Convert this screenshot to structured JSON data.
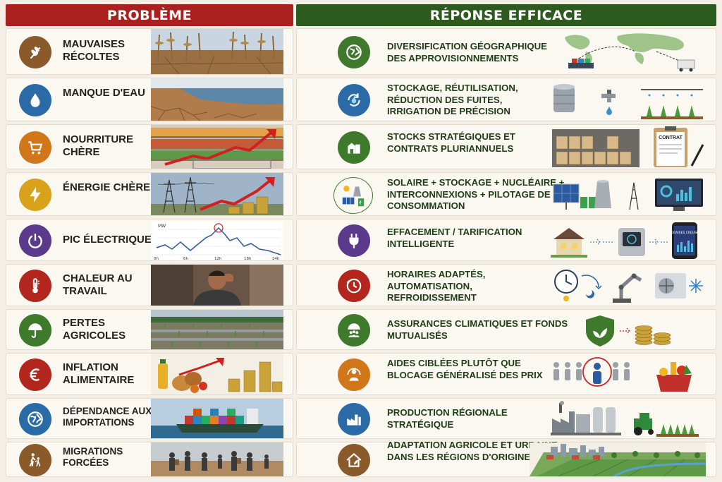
{
  "headers": {
    "left": "PROBLÈME",
    "right": "RÉPONSE EFFICACE"
  },
  "colors": {
    "header_left": "#a9201e",
    "header_right": "#2c5a1f",
    "arrow": "#b3261e",
    "icon_green": "#3f7a2c",
    "icon_blue": "#2a6aa6",
    "icon_orange": "#d2761a",
    "icon_purple": "#5b3a8c",
    "icon_red": "#b3261e",
    "icon_brown": "#8a5a2b"
  },
  "rows": [
    {
      "problem": "Mauvaises récoltes",
      "problem_icon": "wheat-icon",
      "problem_icon_color": "#8a5a2b",
      "solution": "Diversification géographique des approvisionnements",
      "solution_icon": "globe-icon",
      "solution_icon_color": "#3f7a2c"
    },
    {
      "problem": "Manque d'eau",
      "problem_icon": "water-drop-icon",
      "problem_icon_color": "#2a6aa6",
      "solution": "Stockage, réutilisation, réduction des fuites, irrigation de précision",
      "solution_icon": "water-recycle-icon",
      "solution_icon_color": "#2a6aa6"
    },
    {
      "problem": "Nourriture chère",
      "problem_icon": "shopping-cart-icon",
      "problem_icon_color": "#d2761a",
      "solution": "Stocks stratégiques et contrats pluriannuels",
      "solution_icon": "warehouse-icon",
      "solution_icon_color": "#3f7a2c"
    },
    {
      "problem": "Énergie chère",
      "problem_icon": "lightning-icon",
      "problem_icon_color": "#d9a21b",
      "solution": "Solaire + stockage + nucléaire + interconnexions + pilotage de consommation",
      "solution_icon": "energy-mix-icon",
      "solution_icon_color": "#3f7a2c"
    },
    {
      "problem": "Pic électrique",
      "problem_icon": "power-icon",
      "problem_icon_color": "#5b3a8c",
      "solution": "Effacement / tarification intelligente",
      "solution_icon": "plug-icon",
      "solution_icon_color": "#5b3a8c"
    },
    {
      "problem": "Chaleur au travail",
      "problem_icon": "thermometer-icon",
      "problem_icon_color": "#b3261e",
      "solution": "Horaires adaptés, automatisation, refroidissement",
      "solution_icon": "clock-icon",
      "solution_icon_color": "#b3261e"
    },
    {
      "problem": "Pertes agricoles",
      "problem_icon": "umbrella-icon",
      "problem_icon_color": "#3f7a2c",
      "solution": "Assurances climatiques et fonds mutualisés",
      "solution_icon": "community-umbrella-icon",
      "solution_icon_color": "#3f7a2c"
    },
    {
      "problem": "Inflation alimentaire",
      "problem_icon": "euro-icon",
      "problem_icon_color": "#b3261e",
      "solution": "Aides ciblées plutôt que blocage généralisé des prix",
      "solution_icon": "people-icon",
      "solution_icon_color": "#d2761a"
    },
    {
      "problem": "Dépendance aux importations",
      "problem_icon": "globe-icon",
      "problem_icon_color": "#2a6aa6",
      "solution": "Production régionale stratégique",
      "solution_icon": "factory-icon",
      "solution_icon_color": "#2a6aa6"
    },
    {
      "problem": "Migrations forcées",
      "problem_icon": "walking-family-icon",
      "problem_icon_color": "#8a5a2b",
      "solution": "Adaptation agricole et urbaine dans les régions d'origine",
      "solution_icon": "home-leaf-icon",
      "solution_icon_color": "#8a5a2b"
    }
  ],
  "chart_labels": {
    "mw": "MW",
    "ticks": [
      "0h",
      "6h",
      "12h",
      "18h",
      "24h"
    ]
  },
  "illustration_labels": {
    "contract": "CONTRAT",
    "app": "HORAIRES CREUSES"
  }
}
